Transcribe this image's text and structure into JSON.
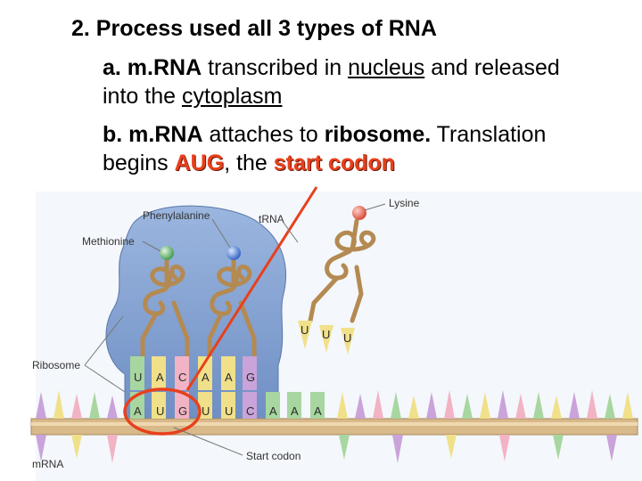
{
  "heading": "2.  Process used all 3 types of RNA",
  "para_a": {
    "marker": "a.  m.RNA",
    "t1": " transcribed in ",
    "u1": "nucleus",
    "t2": " and released",
    "line2_pre": "into the ",
    "u2": "cytoplasm"
  },
  "para_b": {
    "marker": "b.  m.RNA",
    "t1": " attaches to ",
    "b1": "ribosome.",
    "t2": "  Translation",
    "line2_pre": "begins ",
    "r1": "AUG",
    "t3": ", the ",
    "r2": "start codon"
  },
  "diagram": {
    "labels": {
      "phenylalanine": "Phenylalanine",
      "trna": "tRNA",
      "lysine": "Lysine",
      "methionine": "Methionine",
      "ribosome": "Ribosome",
      "mrna": "mRNA",
      "start_codon": "Start codon"
    },
    "anticodon_left": [
      "U",
      "A",
      "C"
    ],
    "anticodon_mid": [
      "A",
      "A",
      "G"
    ],
    "anticodon_free": [
      "U",
      "U",
      "U"
    ],
    "mrna_bases": [
      "A",
      "U",
      "G",
      "U",
      "U",
      "C",
      "A",
      "A",
      "A"
    ]
  },
  "colors": {
    "accent_red": "#e8401c",
    "ribosome_blue": "#7f9fd0",
    "trna_tan": "#c8a878",
    "mrna_strip": "#d8b98a"
  }
}
